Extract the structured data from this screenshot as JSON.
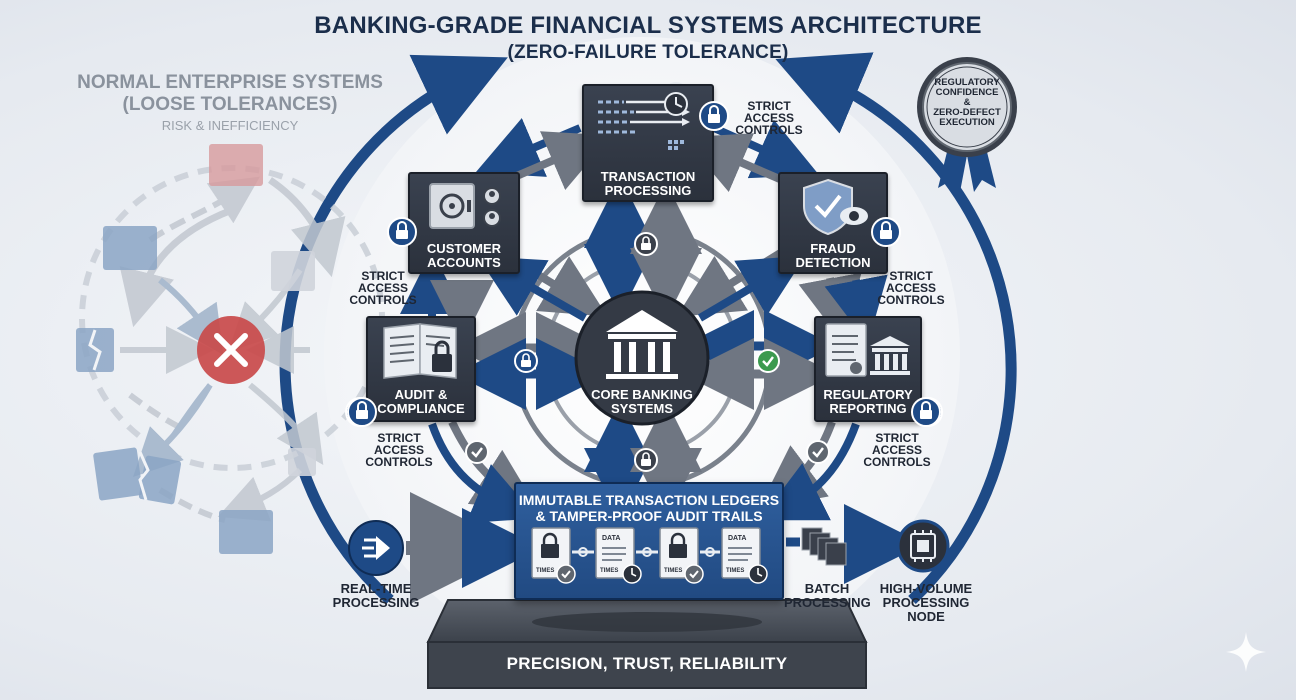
{
  "title": {
    "line1": "BANKING-GRADE FINANCIAL SYSTEMS ARCHITECTURE",
    "line2": "(ZERO-FAILURE TOLERANCE)"
  },
  "left_panel": {
    "title_line1": "NORMAL ENTERPRISE SYSTEMS",
    "title_line2": "(LOOSE TOLERANCES)",
    "subtitle": "RISK & INEFFICIENCY"
  },
  "badge": {
    "line1": "REGULATORY",
    "line2": "CONFIDENCE",
    "line3": "&",
    "line4": "ZERO-DEFECT",
    "line5": "EXECUTION"
  },
  "nodes": {
    "transaction": {
      "line1": "TRANSACTION",
      "line2": "PROCESSING"
    },
    "customer": {
      "line1": "CUSTOMER",
      "line2": "ACCOUNTS"
    },
    "fraud": {
      "line1": "FRAUD",
      "line2": "DETECTION"
    },
    "audit": {
      "line1": "AUDIT &",
      "line2": "COMPLIANCE"
    },
    "regulatory": {
      "line1": "REGULATORY",
      "line2": "REPORTING"
    },
    "core": {
      "line1": "CORE BANKING",
      "line2": "SYSTEMS"
    }
  },
  "access_controls": {
    "line1": "STRICT",
    "line2": "ACCESS",
    "line3": "CONTROLS"
  },
  "ledger": {
    "line1": "IMMUTABLE TRANSACTION LEDGERS",
    "line2": "& TAMPER-PROOF AUDIT TRAILS",
    "doc_data": "DATA",
    "doc_time": "TIMES"
  },
  "processing": {
    "realtime_line1": "REAL-TIME",
    "realtime_line2": "PROCESSING",
    "batch_line1": "BATCH",
    "batch_line2": "PROCESSING",
    "highvol": "HIGH-VOLUME",
    "highvol_line2": "PROCESSING NODE"
  },
  "pedestal": {
    "label": "PRECISION, TRUST, RELIABILITY"
  },
  "colors": {
    "navy": "#1e4a86",
    "dark_node": "#2f3540",
    "gray_arrow": "#6f7682",
    "check_green": "#3c9a4f",
    "error_red": "#c94a4a"
  }
}
